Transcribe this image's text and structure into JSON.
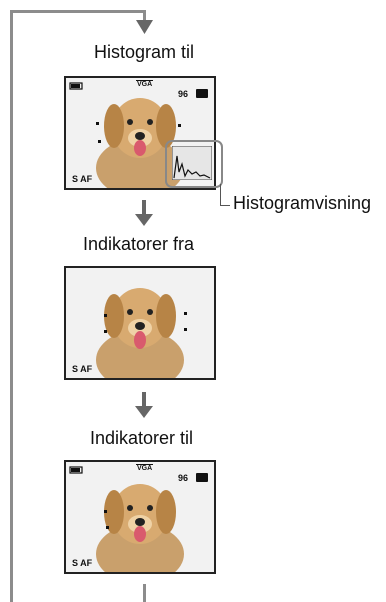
{
  "steps": [
    {
      "label": "Histogram til",
      "osd": {
        "vga": "VGA",
        "count": "96",
        "mode": "S AF"
      }
    },
    {
      "label": "Indikatorer fra",
      "osd": {
        "mode": "S AF"
      }
    },
    {
      "label": "Indikatorer til",
      "osd": {
        "vga": "VGA",
        "count": "96",
        "mode": "S AF"
      }
    }
  ],
  "callout": {
    "label": "Histogramvisning"
  },
  "colors": {
    "flow_line": "#8c8c8c",
    "arrow": "#666666",
    "callout_ring": "#888888"
  }
}
